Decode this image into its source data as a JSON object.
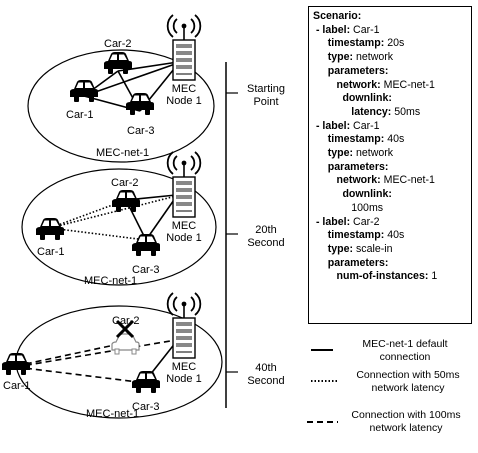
{
  "scenes": [
    {
      "cars": {
        "car1": "Car-1",
        "car2": "Car-2",
        "car3": "Car-3"
      },
      "mec_lines": [
        "MEC",
        "Node 1"
      ],
      "network": "MEC-net-1",
      "time_lines": [
        "Starting",
        "Point"
      ]
    },
    {
      "cars": {
        "car1": "Car-1",
        "car2": "Car-2",
        "car3": "Car-3"
      },
      "mec_lines": [
        "MEC",
        "Node 1"
      ],
      "network": "MEC-net-1",
      "time_lines": [
        "20th",
        "Second"
      ]
    },
    {
      "cars": {
        "car1": "Car-1",
        "car2": "Car-2",
        "car3": "Car-3"
      },
      "mec_lines": [
        "MEC",
        "Node 1"
      ],
      "network": "MEC-net-1",
      "time_lines": [
        "40th",
        "Second"
      ]
    }
  ],
  "scenario": {
    "title": "Scenario:",
    "events": [
      {
        "label_key": "- label:",
        "label": "Car-1",
        "timestamp_key": "timestamp:",
        "timestamp": "20s",
        "type_key": "type:",
        "type": "network",
        "parameters_key": "parameters:",
        "params": [
          {
            "key": "network:",
            "value": "MEC-net-1"
          },
          {
            "key": "downlink:",
            "value": ""
          },
          {
            "key": "latency:",
            "value": "50ms"
          }
        ]
      },
      {
        "label_key": "- label:",
        "label": "Car-1",
        "timestamp_key": "timestamp:",
        "timestamp": "40s",
        "type_key": "type:",
        "type": "network",
        "parameters_key": "parameters:",
        "params": [
          {
            "key": "network:",
            "value": "MEC-net-1"
          },
          {
            "key": "downlink:",
            "value": ""
          },
          {
            "key": "latency:",
            "value": "100ms"
          }
        ]
      },
      {
        "label_key": "- label:",
        "label": "Car-2",
        "timestamp_key": "timestamp:",
        "timestamp": "40s",
        "type_key": "type:",
        "type": "scale-in",
        "parameters_key": "parameters:",
        "params": [
          {
            "key": "num-of-instances:",
            "value": "1"
          }
        ]
      }
    ]
  },
  "legend": [
    {
      "style": "solid",
      "lines": [
        "MEC-net-1 default",
        "connection"
      ]
    },
    {
      "style": "dotted",
      "lines": [
        "Connection with 50ms",
        "network latency"
      ]
    },
    {
      "style": "dashed",
      "lines": [
        "Connection with 100ms",
        "network latency"
      ]
    }
  ]
}
